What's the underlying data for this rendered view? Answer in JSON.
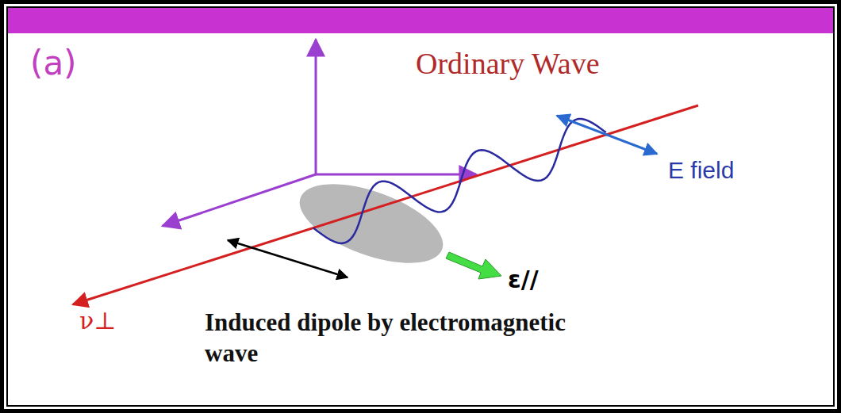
{
  "diagram": {
    "title": "Ordinary Wave",
    "labels": [
      "(a)",
      "E field",
      "ε//",
      "ν⊥",
      "Induced dipole by electromagnetic wave"
    ]
  }
}
